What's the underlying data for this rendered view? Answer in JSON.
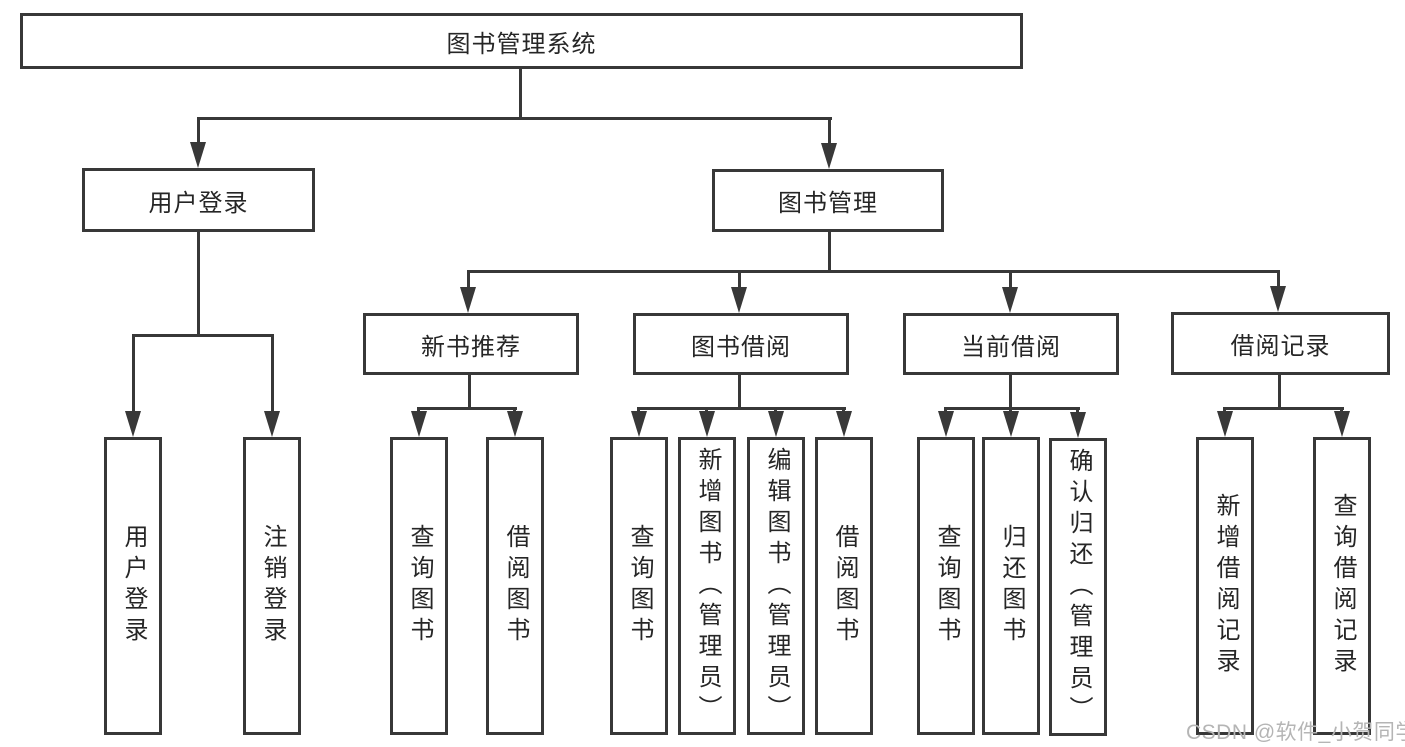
{
  "nodes": {
    "root": "图书管理系统",
    "user_login": "用户登录",
    "book_mgmt": "图书管理",
    "new_books": "新书推荐",
    "book_borrow": "图书借阅",
    "current_borrow": "当前借阅",
    "borrow_records": "借阅记录"
  },
  "leaves": {
    "user_login": [
      "用户登录",
      "注销登录"
    ],
    "new_books": [
      "查询图书",
      "借阅图书"
    ],
    "book_borrow": [
      "查询图书",
      "新增图书（管理员）",
      "编辑图书（管理员）",
      "借阅图书"
    ],
    "current_borrow": [
      "查询图书",
      "归还图书",
      "确认归还（管理员）"
    ],
    "borrow_records": [
      "新增借阅记录",
      "查询借阅记录"
    ]
  },
  "watermark": "CSDN @软件_小贺同学",
  "colors": {
    "line": "#383838",
    "text": "#262626",
    "watermark": "#b5b5b5",
    "background": "#ffffff"
  }
}
